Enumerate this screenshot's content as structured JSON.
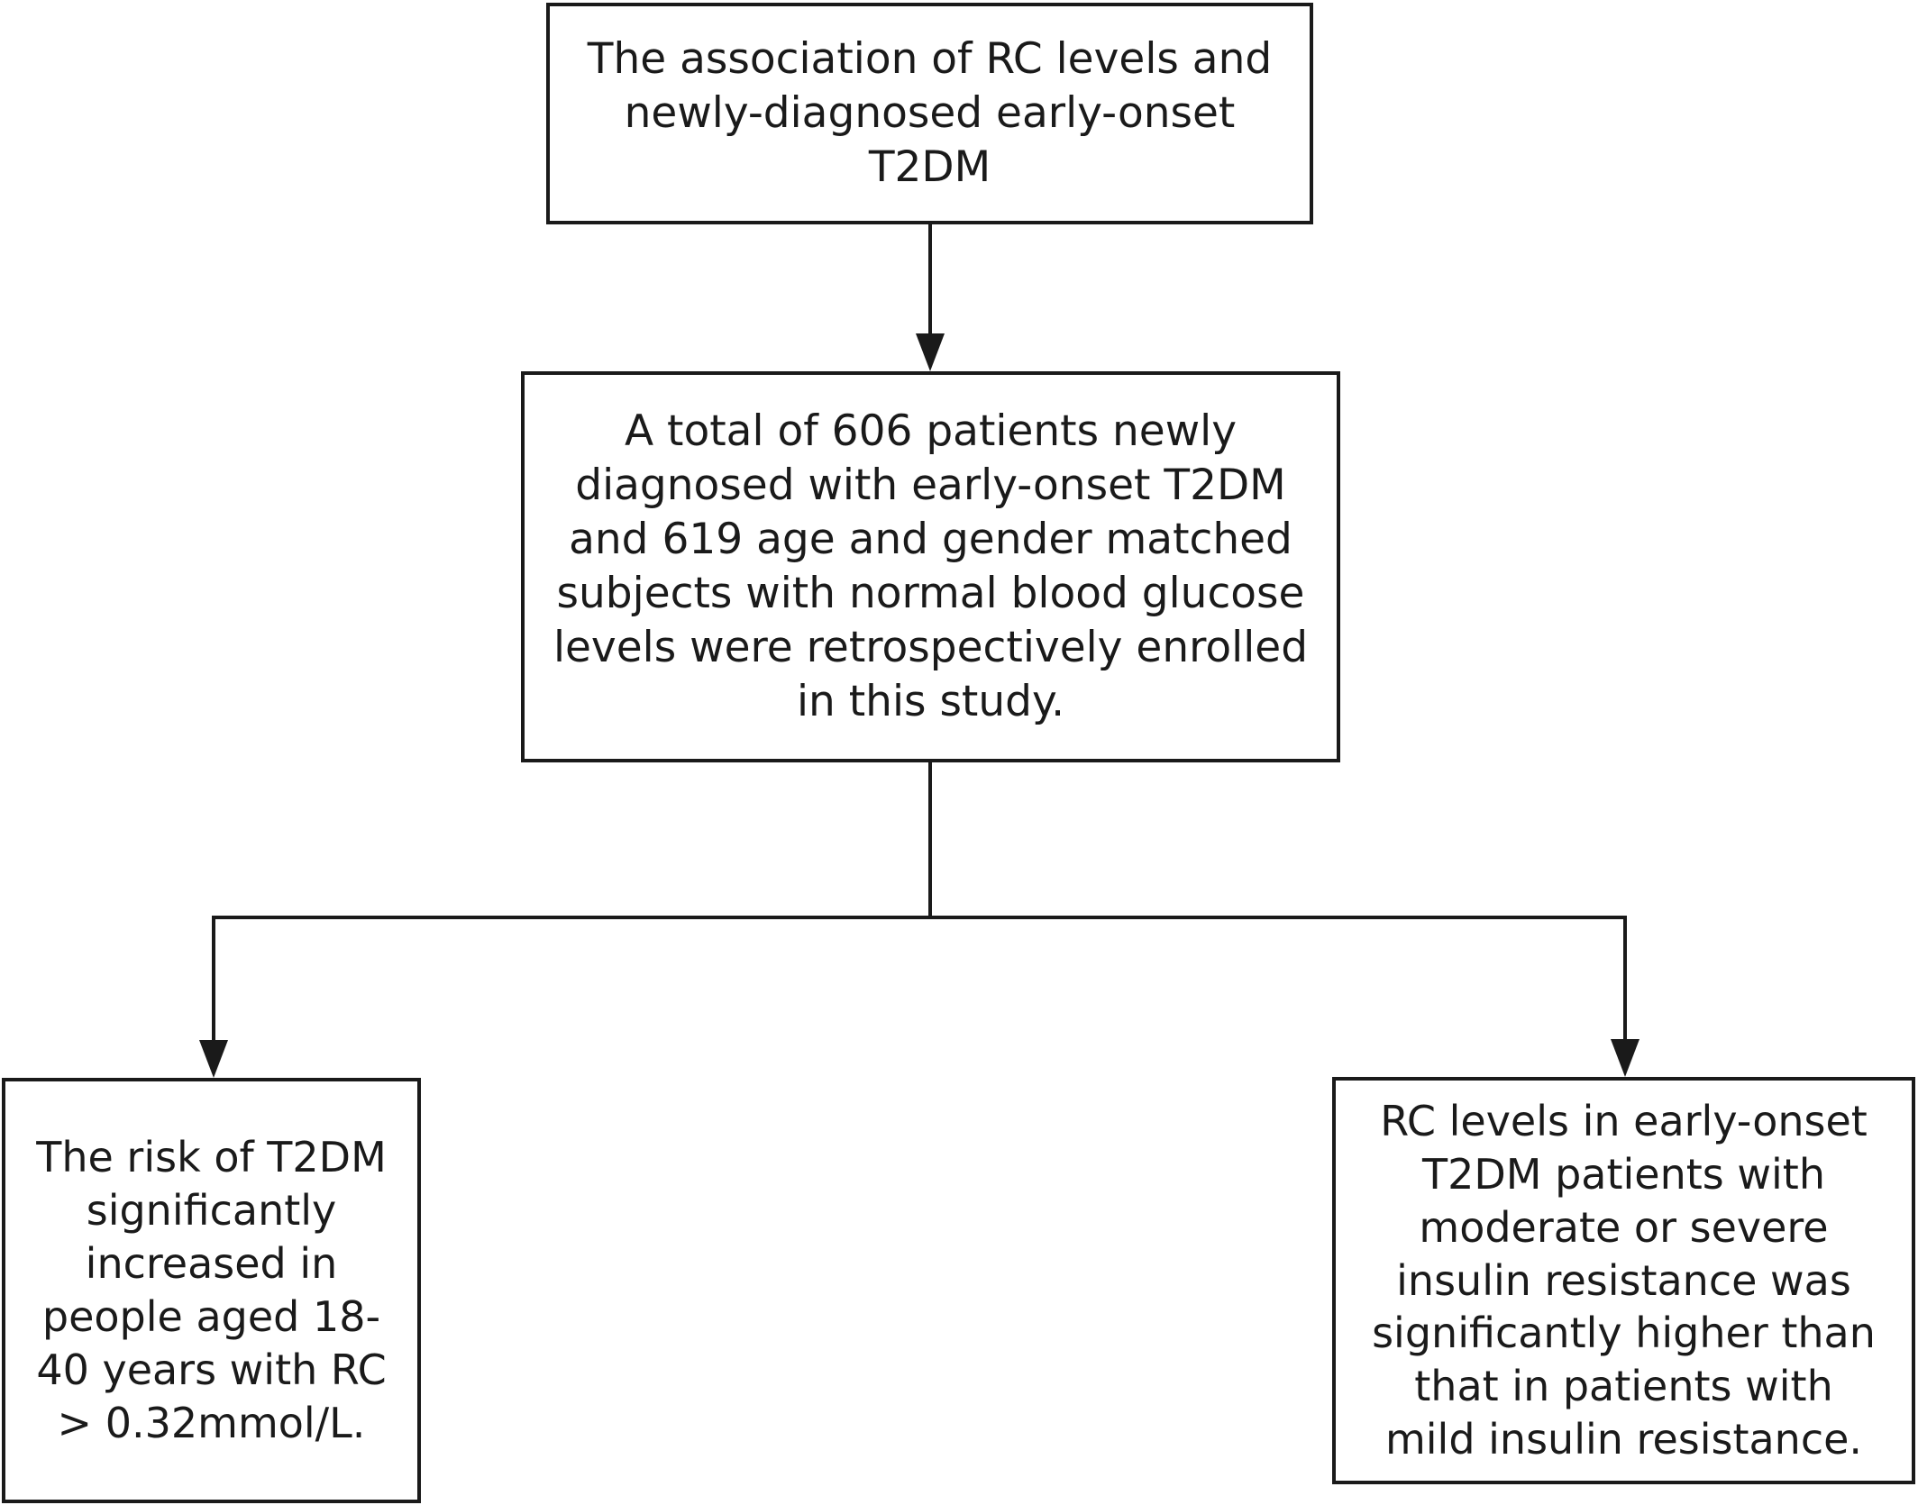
{
  "diagram": {
    "nodes": {
      "top": {
        "lines": [
          "The association of RC levels and",
          "newly-diagnosed early-onset",
          "T2DM"
        ]
      },
      "middle": {
        "lines": [
          "A total of 606 patients newly",
          "diagnosed with early-onset T2DM",
          "and 619 age and gender matched",
          "subjects with normal blood glucose",
          "levels were retrospectively enrolled",
          "in this study."
        ]
      },
      "left": {
        "lines": [
          "The risk of T2DM",
          "significantly",
          "increased in",
          "people aged 18-",
          "40 years with RC",
          "> 0.32mmol/L."
        ]
      },
      "right": {
        "lines": [
          "RC levels in early-onset",
          "T2DM patients with",
          "moderate or severe",
          "insulin resistance was",
          "significantly higher than",
          "that in patients with",
          "mild insulin resistance."
        ]
      }
    },
    "edges": [
      {
        "from": "top",
        "to": "middle"
      },
      {
        "from": "middle",
        "to": "left"
      },
      {
        "from": "middle",
        "to": "right"
      }
    ],
    "colors": {
      "stroke": "#1a1a1a",
      "background": "#ffffff"
    }
  }
}
